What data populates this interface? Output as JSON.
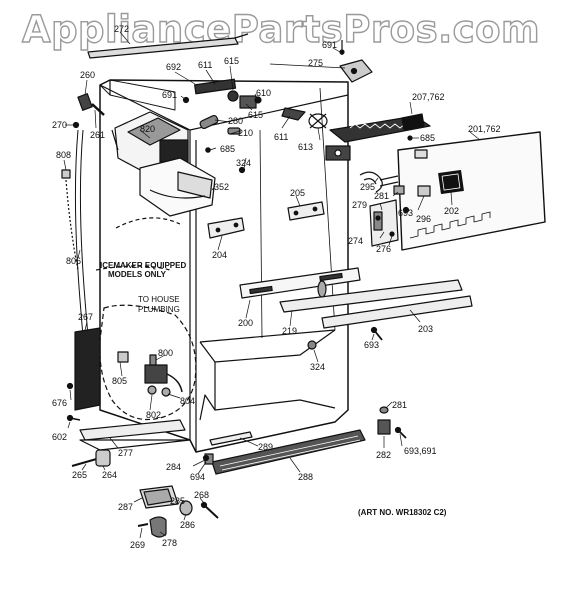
{
  "watermark": "AppliancePartsPros.com",
  "art_number": "(ART NO. WR18302 C2)",
  "notes": {
    "icemaker_line1": "ICEMAKER EQUIPPED",
    "icemaker_line2": "MODELS ONLY",
    "plumbing_line1": "TO HOUSE",
    "plumbing_line2": "PLUMBING"
  },
  "labels": [
    {
      "id": "p272",
      "text": "272"
    },
    {
      "id": "p691a",
      "text": "691"
    },
    {
      "id": "p275",
      "text": "275"
    },
    {
      "id": "p260",
      "text": "260"
    },
    {
      "id": "p692",
      "text": "692"
    },
    {
      "id": "p611a",
      "text": "611"
    },
    {
      "id": "p615a",
      "text": "615"
    },
    {
      "id": "p610",
      "text": "610"
    },
    {
      "id": "p691b",
      "text": "691"
    },
    {
      "id": "p615b",
      "text": "615"
    },
    {
      "id": "p280",
      "text": "280"
    },
    {
      "id": "p210",
      "text": "210"
    },
    {
      "id": "p611b",
      "text": "611"
    },
    {
      "id": "p613",
      "text": "613"
    },
    {
      "id": "p207",
      "text": "207,762"
    },
    {
      "id": "p685a",
      "text": "685"
    },
    {
      "id": "p201",
      "text": "201,762"
    },
    {
      "id": "p270",
      "text": "270"
    },
    {
      "id": "p261",
      "text": "261"
    },
    {
      "id": "p820",
      "text": "820"
    },
    {
      "id": "p685b",
      "text": "685"
    },
    {
      "id": "p324a",
      "text": "324"
    },
    {
      "id": "p808",
      "text": "808"
    },
    {
      "id": "p352",
      "text": "352"
    },
    {
      "id": "p295",
      "text": "295"
    },
    {
      "id": "p281a",
      "text": "281"
    },
    {
      "id": "p279",
      "text": "279"
    },
    {
      "id": "p693a",
      "text": "693"
    },
    {
      "id": "p296",
      "text": "296"
    },
    {
      "id": "p202",
      "text": "202"
    },
    {
      "id": "p205",
      "text": "205"
    },
    {
      "id": "p274",
      "text": "274"
    },
    {
      "id": "p276",
      "text": "276"
    },
    {
      "id": "p204",
      "text": "204"
    },
    {
      "id": "p806",
      "text": "806"
    },
    {
      "id": "p267",
      "text": "267"
    },
    {
      "id": "p200",
      "text": "200"
    },
    {
      "id": "p219",
      "text": "219"
    },
    {
      "id": "p203",
      "text": "203"
    },
    {
      "id": "p693b",
      "text": "693"
    },
    {
      "id": "p800",
      "text": "800"
    },
    {
      "id": "p805",
      "text": "805"
    },
    {
      "id": "p324b",
      "text": "324"
    },
    {
      "id": "p804",
      "text": "804"
    },
    {
      "id": "p802",
      "text": "802"
    },
    {
      "id": "p676",
      "text": "676"
    },
    {
      "id": "p281b",
      "text": "281"
    },
    {
      "id": "p602",
      "text": "602"
    },
    {
      "id": "p277",
      "text": "277"
    },
    {
      "id": "p289",
      "text": "289"
    },
    {
      "id": "p282",
      "text": "282"
    },
    {
      "id": "p693c",
      "text": "693,691"
    },
    {
      "id": "p284",
      "text": "284"
    },
    {
      "id": "p694",
      "text": "694"
    },
    {
      "id": "p288",
      "text": "288"
    },
    {
      "id": "p265",
      "text": "265"
    },
    {
      "id": "p264",
      "text": "264"
    },
    {
      "id": "p268",
      "text": "268"
    },
    {
      "id": "p287",
      "text": "287"
    },
    {
      "id": "p285",
      "text": "285"
    },
    {
      "id": "p286",
      "text": "286"
    },
    {
      "id": "p269",
      "text": "269"
    },
    {
      "id": "p278",
      "text": "278"
    }
  ]
}
